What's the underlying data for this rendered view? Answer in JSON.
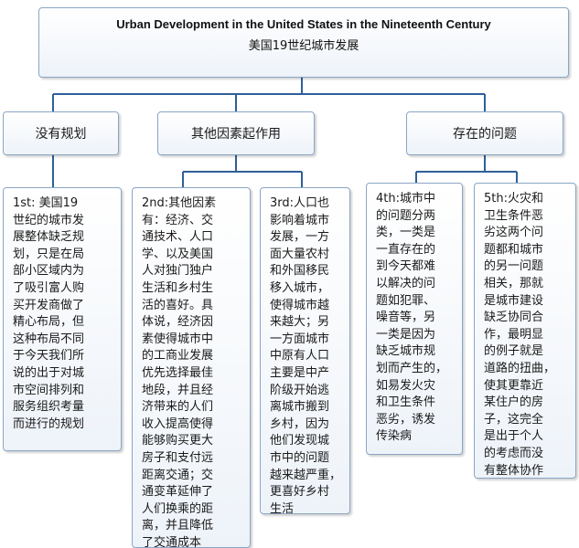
{
  "root": {
    "title": "Urban Development in the United States in the Nineteenth Century",
    "subtitle": "美国19世纪城市发展"
  },
  "categories": [
    {
      "label": "没有规划"
    },
    {
      "label": "其他因素起作用"
    },
    {
      "label": "存在的问题"
    }
  ],
  "leaves": [
    {
      "text": "1st: 美国19\n世纪的城市发\n展整体缺乏规\n划，只是在局\n部小区域内为\n了吸引富人购\n买开发商做了\n精心布局，但\n这种布局不同\n于今天我们所\n说的出于对城\n市空间排列和\n服务组织考量\n而进行的规划"
    },
    {
      "text": "2nd:其他因素\n有：经济、交\n通技术、人口\n学、以及美国\n人对独门独户\n生活和乡村生\n活的喜好。具\n体说，经济因\n素使得城市中\n的工商业发展\n优先选择最佳\n地段，并且经\n济带来的人们\n收入提高使得\n能够购买更大\n房子和支付远\n距离交通；交\n通变革延伸了\n人们换乘的距\n离，并且降低\n了交通成本"
    },
    {
      "text": "3rd:人口也\n影响着城市\n发展，一方\n面大量农村\n和外国移民\n移入城市，\n使得城市越\n来越大；另\n一方面城市\n中原有人口\n主要是中产\n阶级开始逃\n离城市搬到\n乡村，因为\n他们发现城\n市中的问题\n越来越严重，\n更喜好乡村\n生活"
    },
    {
      "text": "4th:城市中\n的问题分两\n类，一类是\n一直存在的\n到今天都难\n以解决的问\n题如犯罪、\n噪音等，另\n一类是因为\n缺乏城市规\n划而产生的，\n如易发火灾\n和卫生条件\n恶劣，诱发\n传染病"
    },
    {
      "text": "5th:火灾和\n卫生条件恶\n劣这两个问\n题都和城市\n的另一问题\n相关，那就\n是城市建设\n缺乏协同合\n作，最明显\n的例子就是\n道路的扭曲，\n使其更靠近\n某住户的房\n子，这完全\n是出于个人\n的考虑而没\n有整体协作"
    }
  ],
  "colors": {
    "connector": "#2f5f9a",
    "border": "#8aa6c5",
    "fill_top": "#ffffff",
    "fill_bottom": "#eef3f9"
  }
}
